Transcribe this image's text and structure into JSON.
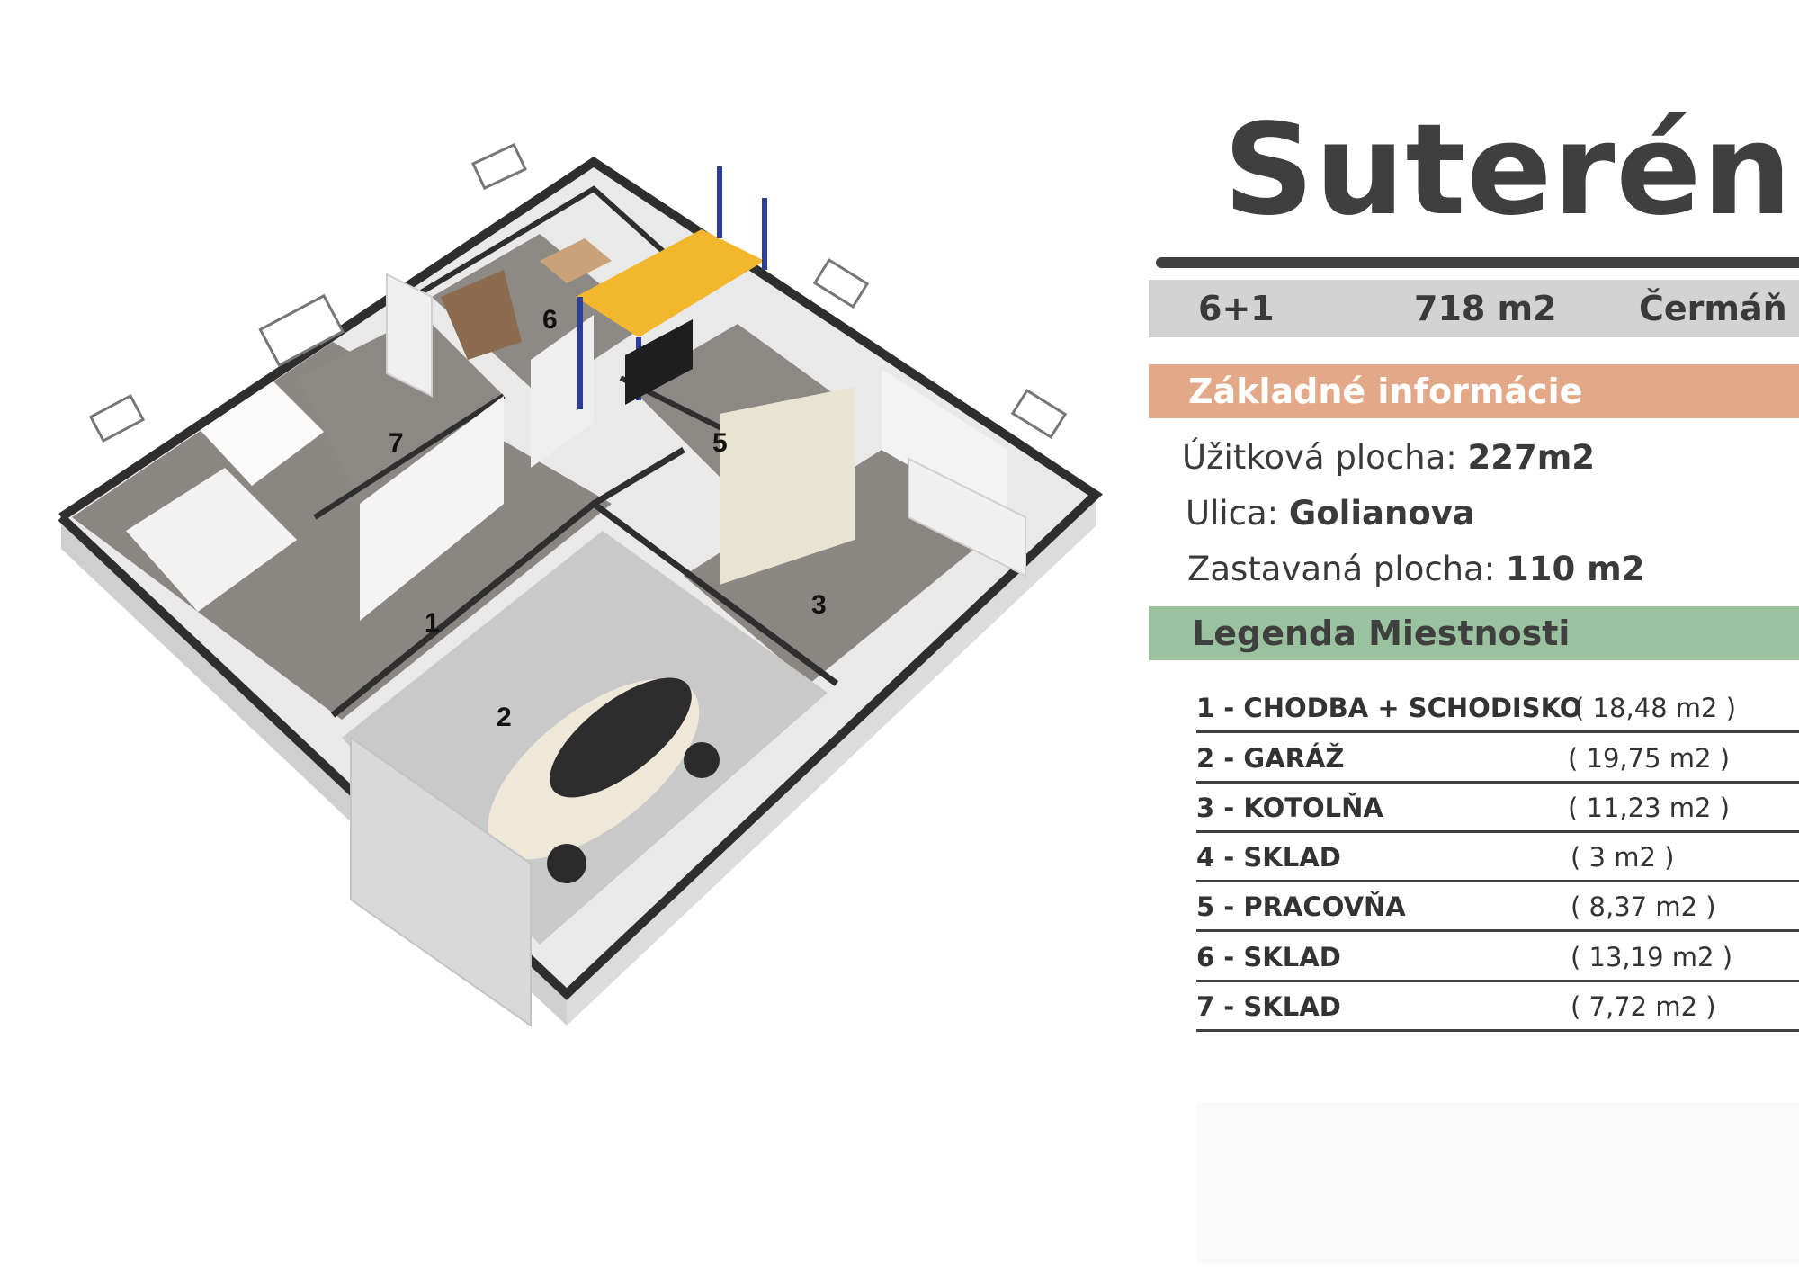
{
  "page": {
    "title": "Suterén",
    "stats": {
      "layout": "6+1",
      "plot": "718 m2",
      "location": "Čermáň"
    },
    "basic_info_heading": "Základné informácie",
    "info": [
      {
        "label": "Úžitková plocha: ",
        "value": "227m2"
      },
      {
        "label": "Ulica: ",
        "value": "Golianova"
      },
      {
        "label": "Zastavaná plocha: ",
        "value": "110 m2"
      }
    ],
    "legend_heading": "Legenda Miestnosti",
    "rooms": [
      {
        "name": "1 - CHODBA + SCHODISKO",
        "area": "( 18,48 m2 )"
      },
      {
        "name": "2 - GARÁŽ",
        "area": "( 19,75 m2 )"
      },
      {
        "name": "3 - KOTOLŇA",
        "area": "( 11,23 m2 )"
      },
      {
        "name": "4 - SKLAD",
        "area": "( 3 m2 )"
      },
      {
        "name": "5 - PRACOVŇA",
        "area": "( 8,37 m2 )"
      },
      {
        "name": "6 - SKLAD",
        "area": "( 13,19 m2 )"
      },
      {
        "name": "7 - SKLAD",
        "area": "( 7,72 m2 )"
      }
    ],
    "plan_labels": [
      "1",
      "2",
      "3",
      "5",
      "6",
      "7"
    ]
  }
}
